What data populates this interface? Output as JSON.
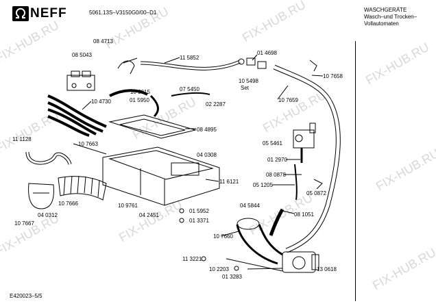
{
  "header": {
    "brand": "NEFF",
    "model_code": "5061.13S–V3150G0/00–D1",
    "category_line1": "WASCHGERÄTE",
    "category_line2": "Wasch–und Trocken–",
    "category_line3": "Vollautomaten"
  },
  "footer": {
    "page_ref": "E420023–5/5"
  },
  "watermark": {
    "text": "FIX-HUB.RU"
  },
  "parts": [
    {
      "label": "08 4713"
    },
    {
      "label": "08 5043"
    },
    {
      "label": "11 5852"
    },
    {
      "label": "01 4698"
    },
    {
      "label": "10 5498"
    },
    {
      "label": "Set"
    },
    {
      "label": "10 7658"
    },
    {
      "label": "10 9015"
    },
    {
      "label": "01 5950"
    },
    {
      "label": "07 5450"
    },
    {
      "label": "02 2287"
    },
    {
      "label": "10 4730"
    },
    {
      "label": "10 7659"
    },
    {
      "label": "08 4895"
    },
    {
      "label": "11 1128"
    },
    {
      "label": "10 7663"
    },
    {
      "label": "04 0308"
    },
    {
      "label": "05 5461"
    },
    {
      "label": "01 2970"
    },
    {
      "label": "08 0878"
    },
    {
      "label": "11 6121"
    },
    {
      "label": "05 1205"
    },
    {
      "label": "05 0872"
    },
    {
      "label": "10 7666"
    },
    {
      "label": "10 9761"
    },
    {
      "label": "04 5844"
    },
    {
      "label": "04 0312"
    },
    {
      "label": "04 2451"
    },
    {
      "label": "01 5952"
    },
    {
      "label": "01 3371"
    },
    {
      "label": "08 1051"
    },
    {
      "label": "10 7667"
    },
    {
      "label": "10 7660"
    },
    {
      "label": "11 3221"
    },
    {
      "label": "10 2203"
    },
    {
      "label": "13 0618"
    },
    {
      "label": "01 3283"
    }
  ]
}
